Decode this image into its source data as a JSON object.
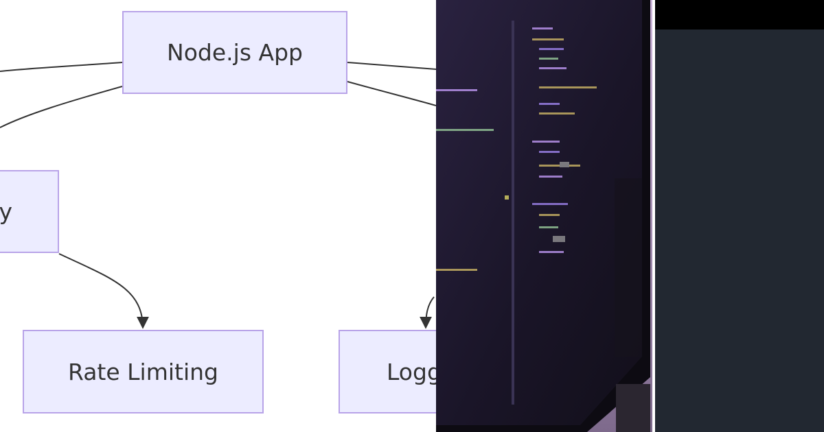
{
  "diagram": {
    "nodes": {
      "app": "Node.js App",
      "security": "y",
      "rate_limiting": "Rate Limiting",
      "logging": "Logg"
    },
    "colors": {
      "node_fill": "#ececff",
      "node_border": "#b8a3e8",
      "edge": "#333333",
      "text": "#333333"
    }
  },
  "photo": {
    "subject": "blurred monitor showing code editor"
  },
  "panel": {
    "colors": {
      "top_bar": "#000000",
      "body": "#222831"
    }
  }
}
